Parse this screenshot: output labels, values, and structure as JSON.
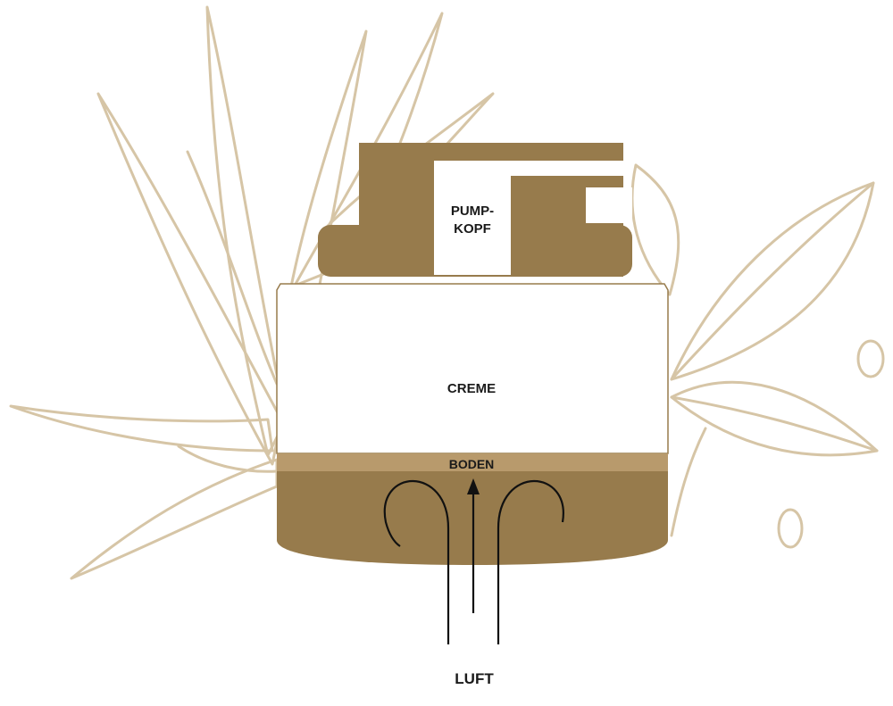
{
  "labels": {
    "pump_head_line1": "PUMP-",
    "pump_head_line2": "KOPF",
    "cream": "CREME",
    "bottom": "BODEN",
    "air": "LUFT"
  },
  "colors": {
    "brand_brown": "#977b4c",
    "bottom_band": "#b89a6c",
    "jar_body": "#ffffff",
    "plant_sketch": "#d6c5a6",
    "arrow": "#111111",
    "text": "#1a1a1a"
  },
  "icons": {
    "background": "aloe-and-tea-leaf-sketch",
    "airflow": "curved-arrows-icon"
  }
}
